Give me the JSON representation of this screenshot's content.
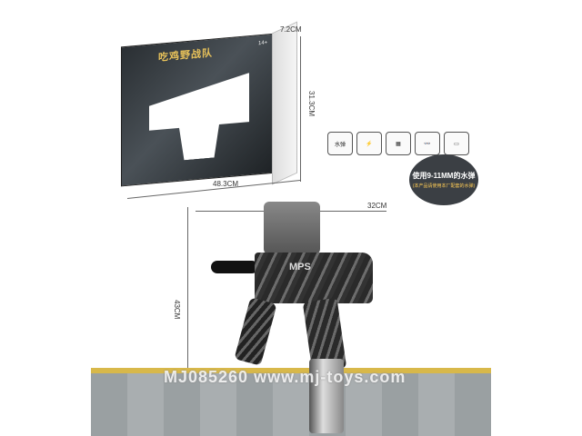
{
  "box": {
    "title": "吃鸡野战队",
    "subtitle": "(同款外观)",
    "age": "14+"
  },
  "dimensions": {
    "box_depth": "7.2CM",
    "box_height": "31.3CM",
    "box_width": "48.3CM",
    "gun_length": "32CM",
    "gun_height": "43CM"
  },
  "feature_icons": [
    {
      "name": "water-bomb-icon",
      "label": "水弹"
    },
    {
      "name": "charger-icon",
      "label": ""
    },
    {
      "name": "accessory-icon",
      "label": ""
    },
    {
      "name": "goggles-icon",
      "label": ""
    },
    {
      "name": "battery-icon",
      "label": ""
    }
  ],
  "badge": {
    "line1": "使用9-11MM的水弹",
    "line2": "(本产品请使用本厂配套的水弹)"
  },
  "gun": {
    "label": "MPS"
  },
  "watermark": "MJ085260 www.mj-toys.com",
  "colors": {
    "accent_gold": "#e8c25a",
    "ground_stripe": "#d8b84a"
  }
}
